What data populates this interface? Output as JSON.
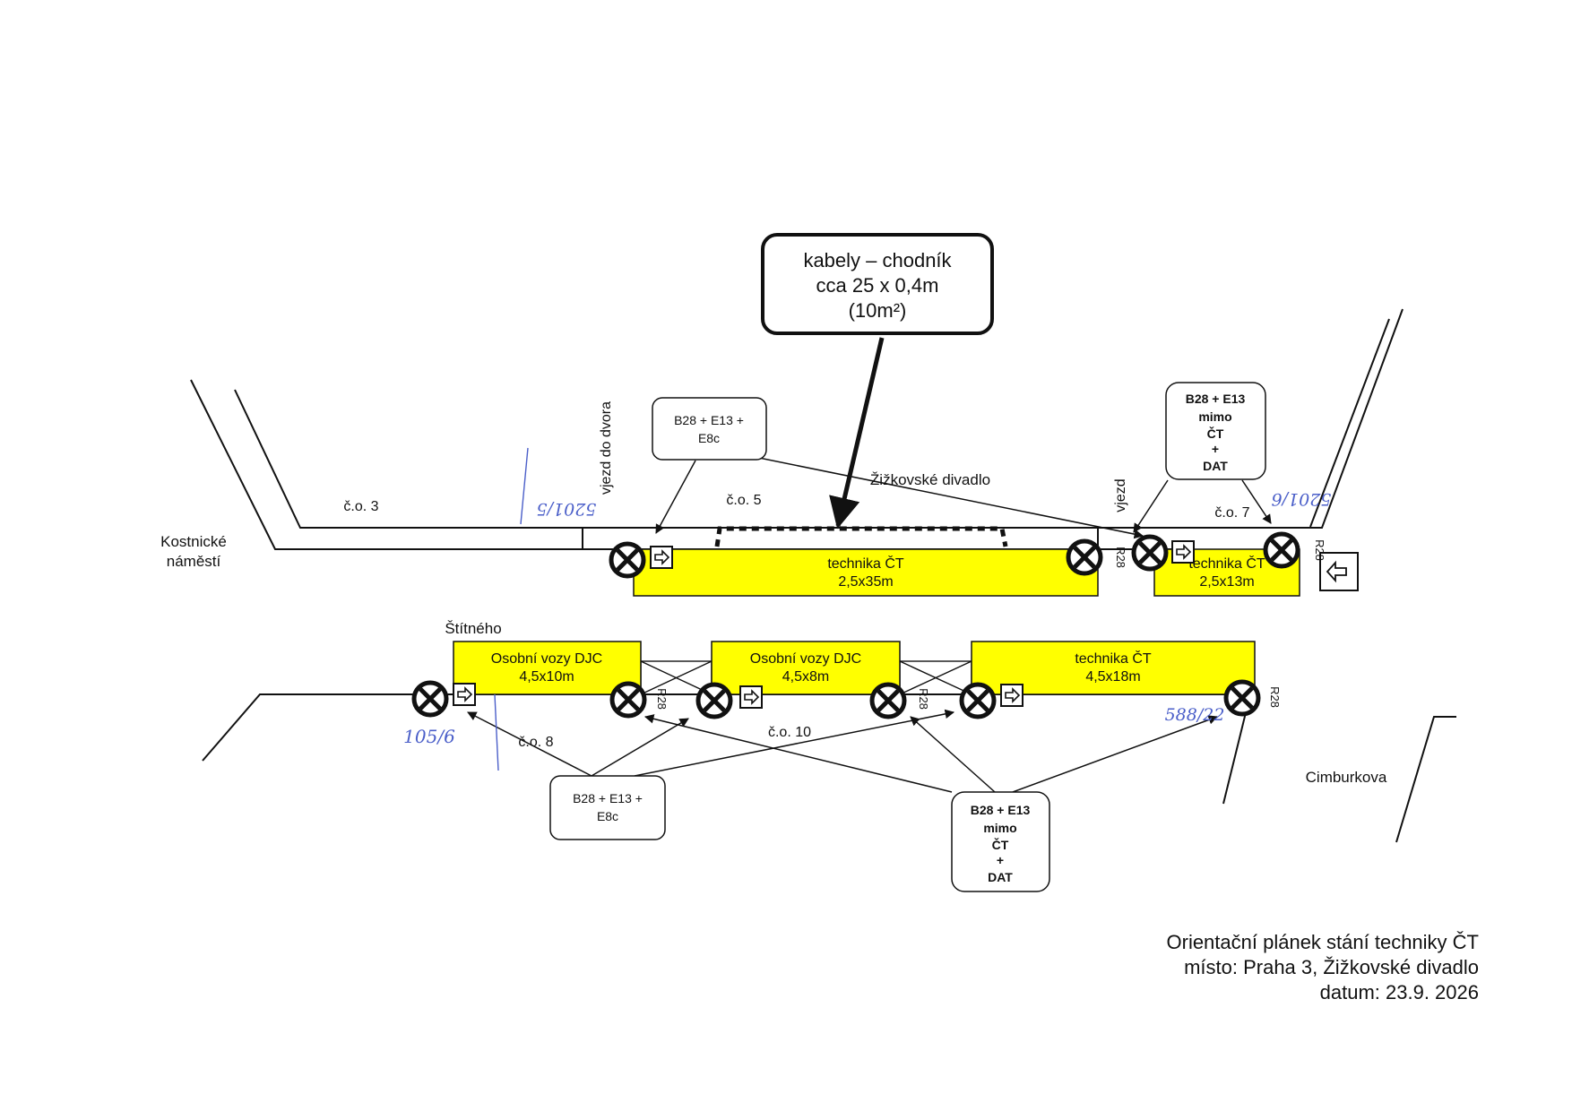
{
  "title": {
    "line1": "Orientační plánek stání techniky ČT",
    "line2": "místo: Praha 3, Žižkovské divadlo",
    "line3": "datum: 23.9. 2026"
  },
  "streets": {
    "kostnicke_1": "Kostnické",
    "kostnicke_2": "náměstí",
    "stitneho": "Štítného",
    "cimburkova": "Cimburkova"
  },
  "labels": {
    "co3": "č.o. 3",
    "co5": "č.o. 5",
    "co7": "č.o. 7",
    "co8": "č.o. 8",
    "co10": "č.o. 10",
    "vjezd_do_dvora": "vjezd do dvora",
    "vjezd": "vjezd",
    "zizkovske_divadlo": "Žižkovské divadlo"
  },
  "callouts": {
    "cables_1": "kabely – chodník",
    "cables_2": "cca 25 x 0,4m",
    "cables_3": "(10m²)",
    "upper_left_1": "B28 + E13 +",
    "upper_left_2": "E8c",
    "upper_right_1": "B28 + E13",
    "upper_right_2": "mimo",
    "upper_right_3": "ČT",
    "upper_right_4": "+",
    "upper_right_5": "DAT",
    "lower_left_1": "B28 + E13 +",
    "lower_left_2": "E8c",
    "lower_right_1": "B28 + E13",
    "lower_right_2": "mimo",
    "lower_right_3": "ČT",
    "lower_right_4": "+",
    "lower_right_5": "DAT"
  },
  "zones": {
    "upper_main_1": "technika ČT",
    "upper_main_2": "2,5x35m",
    "upper_small_1": "technika ČT",
    "upper_small_2": "2,5x13m",
    "lower_a_1": "Osobní vozy DJC",
    "lower_a_2": "4,5x10m",
    "lower_b_1": "Osobní vozy DJC",
    "lower_b_2": "4,5x8m",
    "lower_c_1": "technika ČT",
    "lower_c_2": "4,5x18m"
  },
  "sign_labels": {
    "r28": "R28"
  },
  "handwritten": {
    "h1": "5201/5",
    "h2": "5201/6",
    "h3": "105/6",
    "h4": "588/22"
  },
  "colors": {
    "zone_fill": "#ffff00",
    "handwriting": "#4b5fc9"
  }
}
